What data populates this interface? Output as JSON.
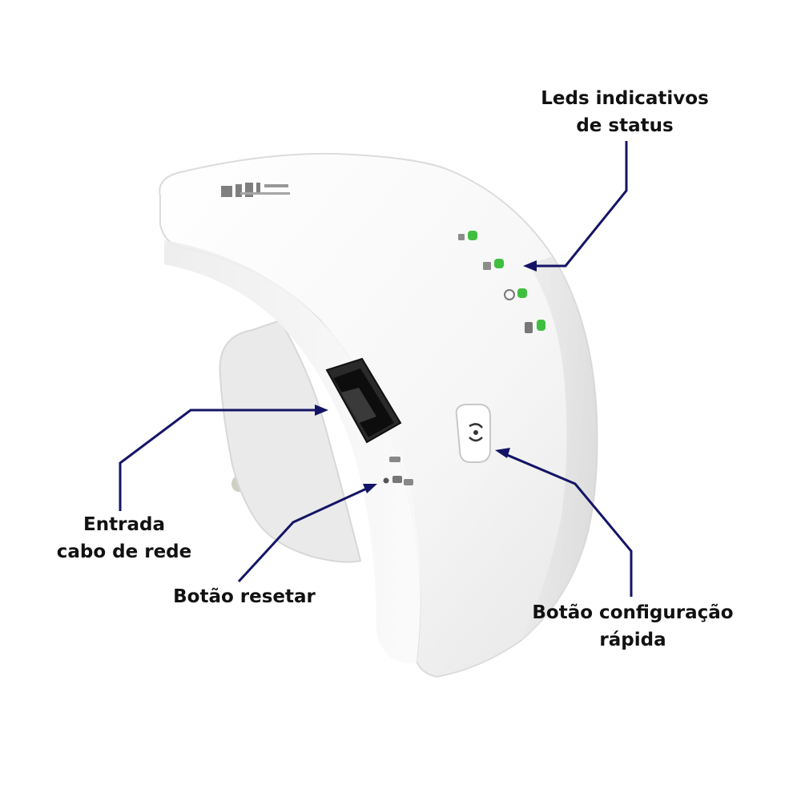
{
  "labels": {
    "leds": {
      "line1": "Leds indicativos",
      "line2": "de status"
    },
    "entrada": {
      "line1": "Entrada",
      "line2": "cabo de rede"
    },
    "reset": {
      "line1": "Botão resetar"
    },
    "config": {
      "line1": "Botão configuração",
      "line2": "rápida"
    }
  },
  "colors": {
    "arrow": "#141466",
    "led_green": "#3fbf3f",
    "device_white": "#f4f4f4",
    "port_dark": "#1a1a1a"
  }
}
